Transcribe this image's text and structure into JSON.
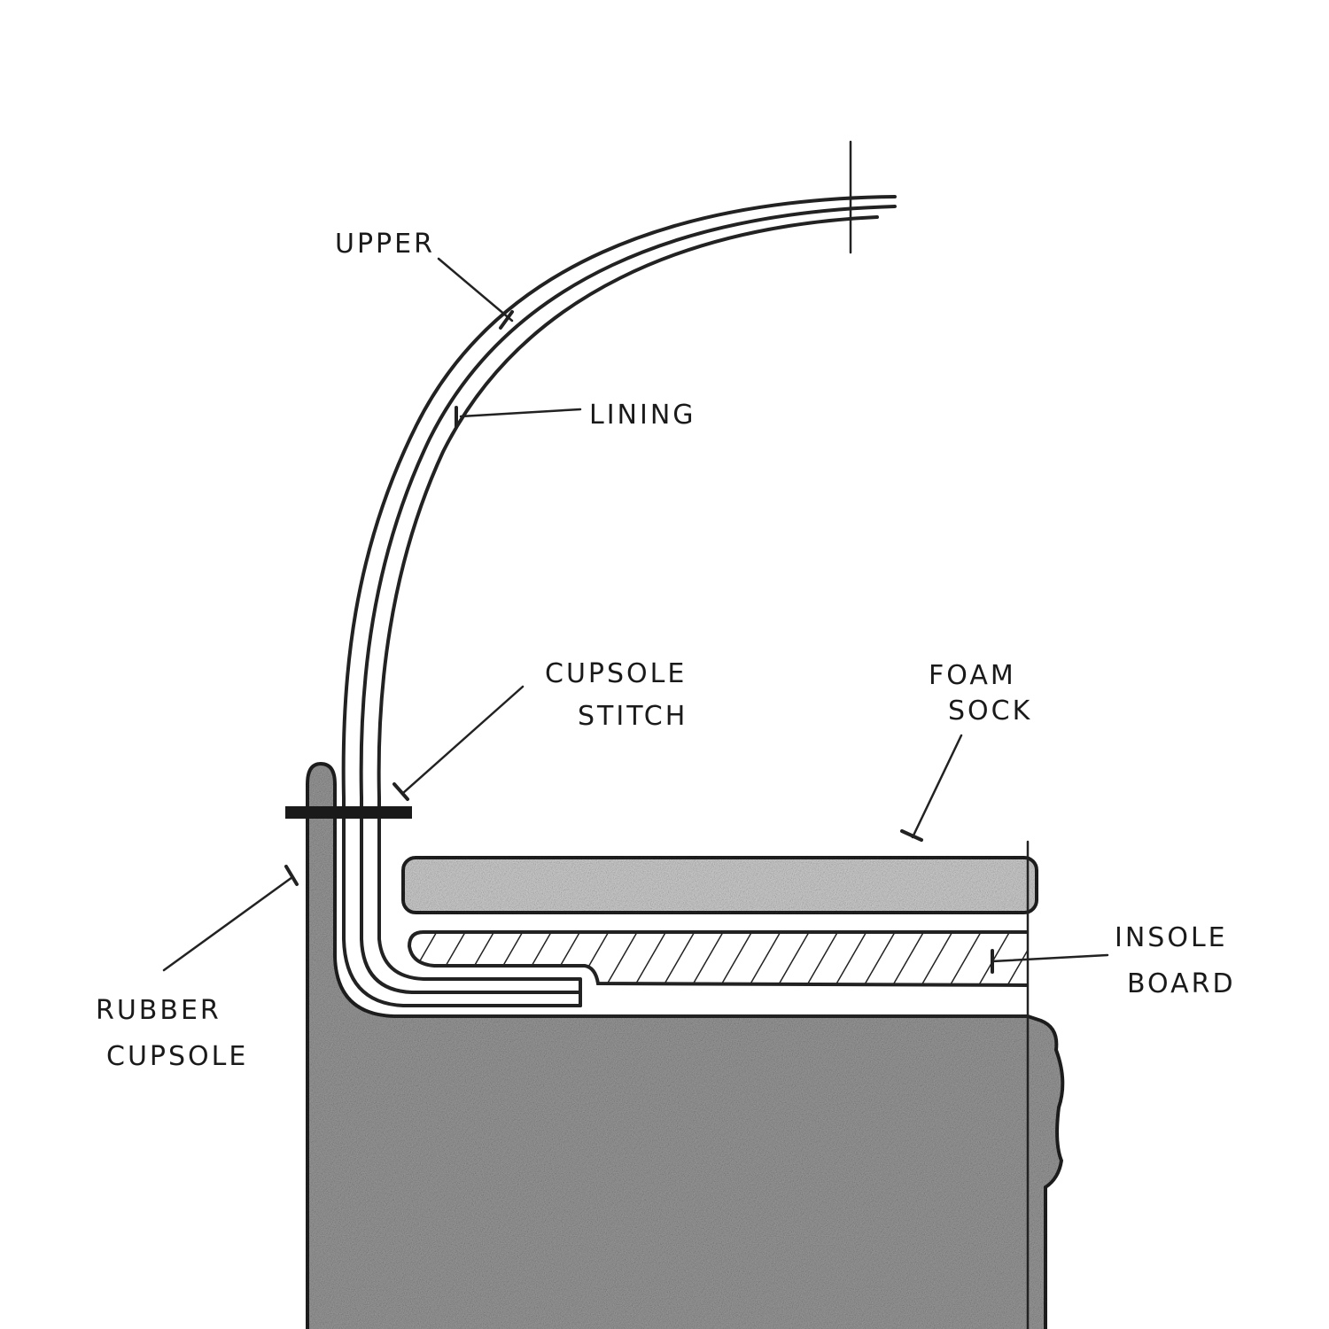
{
  "title": "Cupsole construction cross-section",
  "labels": {
    "upper": "UPPER",
    "lining": "LINING",
    "cupsole_stitch": [
      "CUPSOLE",
      "STITCH"
    ],
    "foam_sock": [
      "FOAM",
      "SOCK"
    ],
    "insole_board": [
      "INSOLE",
      "BOARD"
    ],
    "rubber_cupsole": [
      "RUBBER",
      "CUPSOLE"
    ]
  },
  "colors": {
    "ink": "#222222",
    "rubber": "#9a9a9a",
    "foam": "#cfcfcf"
  }
}
